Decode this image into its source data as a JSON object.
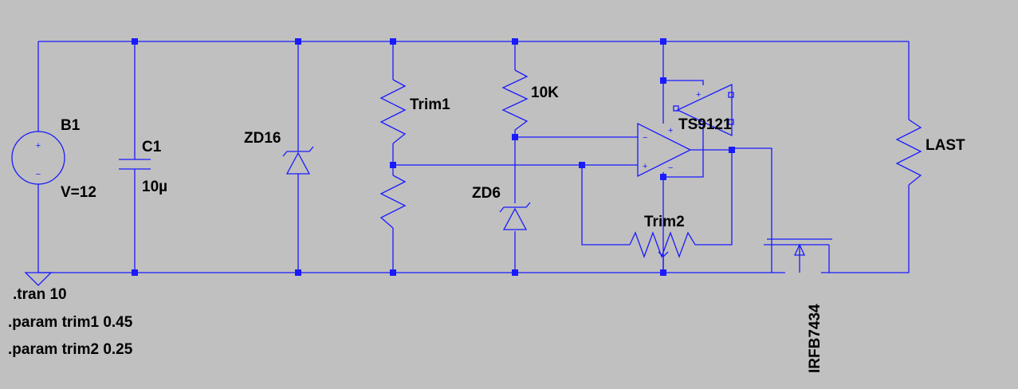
{
  "colors": {
    "background": "#c0c0c0",
    "wire": "#1a1aff",
    "text": "#000000"
  },
  "components": {
    "b1": {
      "name": "B1",
      "value": "V=12"
    },
    "c1": {
      "name": "C1",
      "value": "10µ"
    },
    "zd16": {
      "name": "ZD16"
    },
    "trim1": {
      "name": "Trim1"
    },
    "r10k": {
      "name": "10K"
    },
    "zd6": {
      "name": "ZD6"
    },
    "opamp": {
      "name": "TS9121"
    },
    "trim2": {
      "name": "Trim2"
    },
    "mosfet": {
      "name": "IRFB7434"
    },
    "last": {
      "name": "LAST"
    }
  },
  "symbols": {
    "plus": "+",
    "minus": "−"
  },
  "directives": [
    ".tran 10",
    ".param trim1 0.45",
    ".param trim2 0.25"
  ]
}
